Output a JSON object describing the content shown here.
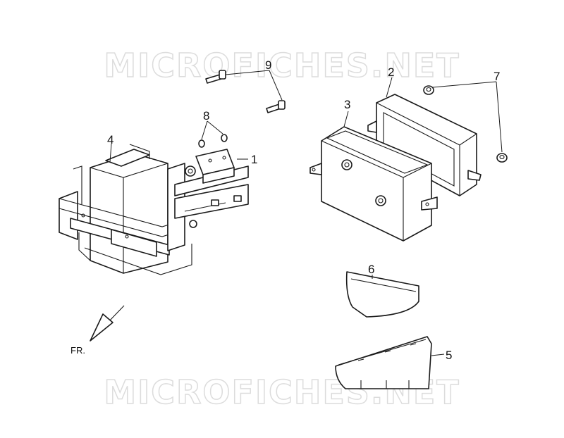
{
  "watermark": "MICROFICHES.NET",
  "direction_label": "FR.",
  "callouts": [
    {
      "id": "1",
      "label": "1"
    },
    {
      "id": "2",
      "label": "2"
    },
    {
      "id": "3",
      "label": "3"
    },
    {
      "id": "4",
      "label": "4"
    },
    {
      "id": "5",
      "label": "5"
    },
    {
      "id": "6",
      "label": "6"
    },
    {
      "id": "7",
      "label": "7"
    },
    {
      "id": "8",
      "label": "8"
    },
    {
      "id": "9",
      "label": "9"
    }
  ]
}
